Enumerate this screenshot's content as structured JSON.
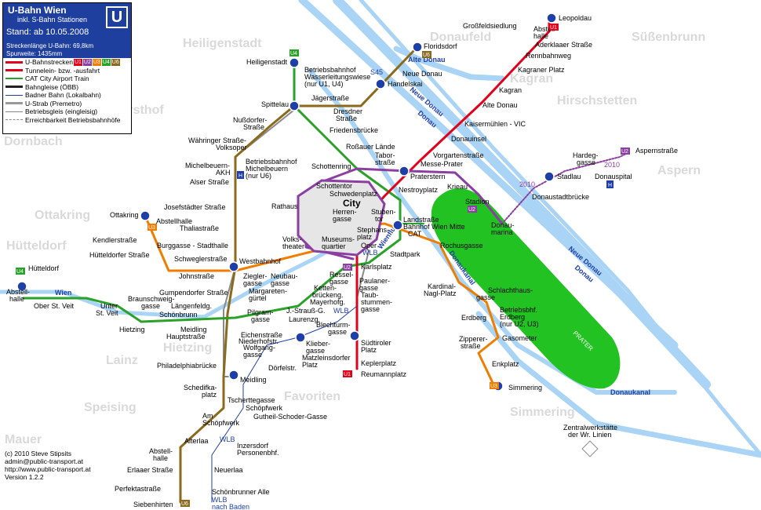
{
  "legend": {
    "title": "U-Bahn Wien",
    "subtitle": "inkl. S-Bahn Stationen",
    "stand": "Stand: ab 10.05.2008",
    "laenge": "Streckenlänge U-Bahn: 69,8km",
    "spurweite": "Spurweite: 1435mm",
    "logo": "U",
    "items": {
      "ubahn": "U-Bahnstrecken",
      "tunnel": "Tunnelein- bzw. -ausfahrt",
      "cat": "City Airport Train",
      "cat_abbr": "CAT",
      "bahngleise": "Bahngleise (ÖBB)",
      "badner": "Badner Bahn (Lokalbahn)",
      "ustrab": "U-Strab (Premetro)",
      "betriebsgleis": "Betriebsgleis (eingleisig)",
      "erreichbarkeit": "Erreichbarkeit Betriebsbahnhöfe"
    },
    "line_badges": [
      "U1",
      "U2",
      "U3",
      "U4",
      "U6"
    ]
  },
  "colors": {
    "U1": "#e2001a",
    "U2": "#8b3fa0",
    "U3": "#ef7d00",
    "U4": "#2aa22a",
    "U6": "#8a6a1c",
    "river": "#a9d4f5",
    "prater": "#22c222",
    "legend_bg": "#1f3f9f"
  },
  "districts": [
    "Heiligenstadt",
    "Donaufeld",
    "Süßenbrunn",
    "Kagran",
    "Hirschstetten",
    "Gersthof",
    "Dornbach",
    "Aspern",
    "Ottakring",
    "Hütteldorf",
    "Lainz",
    "Hietzing",
    "Favoriten",
    "Speising",
    "Simmering",
    "Mauer"
  ],
  "rivers": [
    "Alte Donau",
    "Neue Donau",
    "Donau",
    "Donaukanal",
    "Wien",
    "Wienfluss",
    "Neue Donau",
    "Donau",
    "Donaukanal"
  ],
  "stations": {
    "leopoldau": "Leopoldau",
    "grossfeld": "Großfeldsiedlung",
    "abstellhalle_u1": "Abstell-",
    "abstellhalle_u1b": "halle",
    "aderklaaer": "Aderklaaer Straße",
    "rennbahnweg": "Rennbahnweg",
    "kagranerplatz": "Kagraner Platz",
    "kagran": "Kagran",
    "altedonau": "Alte Donau",
    "kaisermuehlen": "Kaisermühlen - VIC",
    "donauinsel": "Donauinsel",
    "vorgarten": "Vorgartenstraße",
    "praterstern": "Praterstern",
    "nestroy": "Nestroyplatz",
    "schwedenplatz": "Schwedenplatz",
    "stephansplatz": "Stephans-",
    "stephansplatz2": "platz",
    "karlsplatz": "Karlsplatz",
    "taubstummen": "Taub-",
    "taubstummen2": "stummen-",
    "taubstummen3": "gasse",
    "suedtiroler": "Südtiroler",
    "suedtiroler2": "Platz",
    "keplerplatz": "Keplerplatz",
    "reumannplatz": "Reumannplatz",
    "floridsdorf": "Floridsdorf",
    "neuedonau": "Neue Donau",
    "handelskai": "Handelskai",
    "dresdner": "Dresdner",
    "dresdner2": "Straße",
    "jaegerstr": "Jägerstraße",
    "wasserleitung": "Betriebsbahnhof",
    "wasserleitung2": "Wasserleitungswiese",
    "wasserleitung3": "(nur U1, U4)",
    "spittelau": "Spittelau",
    "heiligenstadt": "Heiligenstadt",
    "friedensbruecke": "Friedensbrücke",
    "rossauer": "Roßauer Lände",
    "schottenring": "Schottenring",
    "schottentor": "Schottentor",
    "taborstr": "Tabor-",
    "taborstr2": "straße",
    "messeprater": "Messe-Prater",
    "krieau": "Krieau",
    "stadion": "Stadion",
    "donaumarina": "Donau-",
    "donaumarina2": "marina",
    "donaustadtbruecke": "Donaustadtbrücke",
    "stadlau": "Stadlau",
    "hardeggasse": "Hardeg-",
    "hardeggasse2": "gasse",
    "donauspital": "Donauspital",
    "aspernstr": "Aspernstraße",
    "y2010a": "2010",
    "y2010b": "2010",
    "rathaus": "Rathaus",
    "volkstheater": "Volks-",
    "volkstheater2": "theater",
    "museumsquartier": "Museums-",
    "museumsquartier2": "quartier",
    "herrengasse": "Herren-",
    "herrengasse2": "gasse",
    "stubentor": "Stuben-",
    "stubentor2": "tor",
    "landstrasse": "Landstraße",
    "landstrasse2": "Bahnhof Wien Mitte",
    "oper": "Oper",
    "stadtpark": "Stadtpark",
    "rochusgasse": "Rochusgasse",
    "kardinal": "Kardinal-",
    "kardinal2": "Nagl-Platz",
    "schlachthaus": "Schlachthaus-",
    "schlachthaus2": "gasse",
    "erdberg": "Erdberg",
    "bhferdberg": "Betriebsbhf.",
    "bhferdberg2": "Erdberg",
    "bhferdberg3": "(nur U2, U3)",
    "zipperer": "Zipperer-",
    "zipperer2": "straße",
    "gasometer": "Gasometer",
    "enkplatz": "Enkplatz",
    "simmering": "Simmering",
    "nussdorfer": "Nußdorfer-",
    "nussdorfer2": "Straße",
    "waehringer": "Währinger Straße-",
    "waehringer2": "Volksoper",
    "michelbeuern": "Michelbeuern-",
    "michelbeuern2": "AKH",
    "bbhfmichel": "Betriebsbahnhof",
    "bbhfmichel2": "Michelbeuern",
    "bbhfmichel3": "(nur U6)",
    "alser": "Alser Straße",
    "josefstaedter": "Josefstädter Straße",
    "thalia": "Thaliastraße",
    "burggasse": "Burggasse - Stadthalle",
    "westbahnhof": "Westbahnhof",
    "schweglerstr": "Schweglerstraße",
    "johnstr": "Johnstraße",
    "kendlerstr": "Kendlerstraße",
    "huetteldorferstr": "Hütteldorfer Straße",
    "ottakring": "Ottakring",
    "abstellhalle_u3": "Abstellhalle",
    "zieglergasse": "Ziegler-",
    "zieglergasse2": "gasse",
    "neubaugasse": "Neubau-",
    "neubaugasse2": "gasse",
    "gumpendorfer": "Gumpendorfer Straße",
    "margareten": "Margareten-",
    "margareten2": "gürtel",
    "laengenfeld": "Längenfeldg.",
    "pilgram": "Pilgram-",
    "pilgram2": "gasse",
    "kettenbruecken": "Ketten-",
    "kettenbruecken2": "brückeng.",
    "ressel": "Ressel-",
    "ressel2": "gasse",
    "paulaner": "Paulaner-",
    "paulaner2": "gasse",
    "mayerhofg": "Mayerhofg.",
    "laurenzg": "Laurenzg.",
    "jstrauss": "J.-Strauß-G.",
    "wlb1": "WLB",
    "wlb2": "WLB",
    "wlb3": "WLB",
    "wlb4": "WLB",
    "blechturm": "Blechturm-",
    "blechturm2": "gasse",
    "eichenstr": "Eichenstraße",
    "niederhofstr": "Niederhofstr.",
    "wolfganggasse": "Wolfgang-",
    "wolfganggasse2": "gasse",
    "kliebergasse": "Klieber-",
    "kliebergasse2": "gasse",
    "matzleinsdorfer": "Matzleinsdorfer",
    "matzleinsdorfer2": "Platz",
    "doerfelstr": "Dörfelstr.",
    "meidling": "Meidling",
    "meidlinghpt": "Meidling",
    "meidlinghpt2": "Hauptstraße",
    "philadelphia": "Philadelphiabrücke",
    "schoenbrunn": "Schönbrunn",
    "hietzing": "Hietzing",
    "braunschweig": "Braunschweig-",
    "braunschweig2": "gasse",
    "untersanktveit": "Unter",
    "untersanktveit2": "St. Veit",
    "obersanktveit": "Ober St. Veit",
    "huetteldorf": "Hütteldorf",
    "abstellhalle_u4": "Abstell-",
    "abstellhalle_u4b": "halle",
    "schedifka": "Schedifka-",
    "schedifka2": "platz",
    "tscherttegasse": "Tscherttegasse",
    "amschoepfwerk": "Am",
    "amschoepfwerk2": "Schöpfwerk",
    "schoepfwerk": "Schöpfwerk",
    "gutheil": "Gutheil-Schoder-Gasse",
    "alterlaa": "Alterlaa",
    "inzersdorf": "Inzersdorf",
    "inzersdorf2": "Personenbhf.",
    "abstellhalle_u6": "Abstell-",
    "abstellhalle_u6b": "halle",
    "erlaaer": "Erlaaer Straße",
    "perfektastr": "Perfektastraße",
    "siebenhirten": "Siebenhirten",
    "neuerlaa": "Neuerlaa",
    "schoenbrunneralle": "Schönbrunner Alle",
    "nachbaden": "nach Baden",
    "city": "City",
    "prater": "PRATER",
    "zentralwerk": "Zentralwerkstätte",
    "zentralwerk2": "der Wr. Linien",
    "s45": "S45",
    "cat_map": "CAT"
  },
  "badges": {
    "u1a": "U1",
    "u1b": "U1",
    "u2a": "U2",
    "u2b": "U2",
    "u2c": "U2",
    "u3a": "U3",
    "u3b": "U3",
    "u4a": "U4",
    "u4b": "U4",
    "u6a": "U6",
    "u6b": "U6",
    "h1": "H",
    "h2": "H"
  },
  "credits": {
    "line1": "(c) 2010  Steve Stipsits",
    "line2": "admin@public-transport.at",
    "line3": "http://www.public-transport.at",
    "line4": "Version 1.2.2"
  }
}
